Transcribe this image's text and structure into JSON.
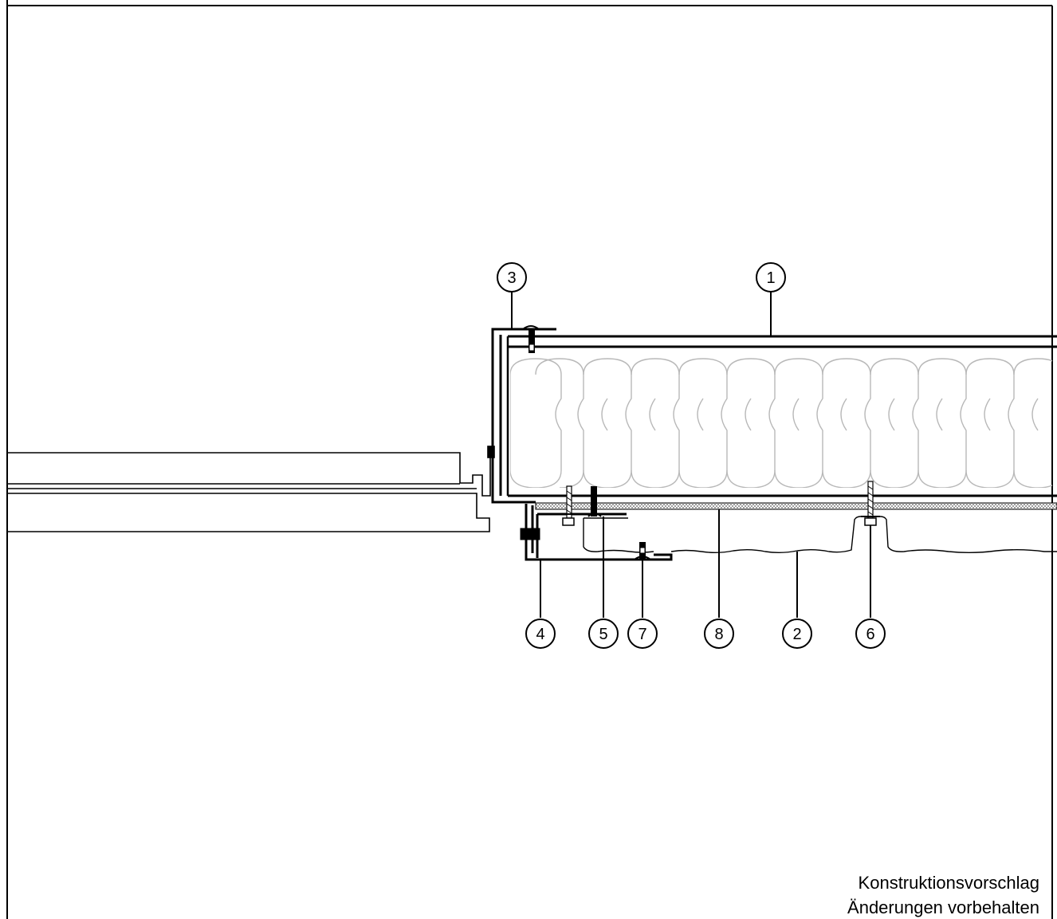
{
  "callouts": [
    {
      "id": "3",
      "text": "3"
    },
    {
      "id": "1",
      "text": "1"
    },
    {
      "id": "4",
      "text": "4"
    },
    {
      "id": "5",
      "text": "5"
    },
    {
      "id": "7",
      "text": "7"
    },
    {
      "id": "8",
      "text": "8"
    },
    {
      "id": "2",
      "text": "2"
    },
    {
      "id": "6",
      "text": "6"
    }
  ],
  "notes": {
    "line1": "Konstruktionsvorschlag",
    "line2": "Änderungen vorbehalten"
  }
}
